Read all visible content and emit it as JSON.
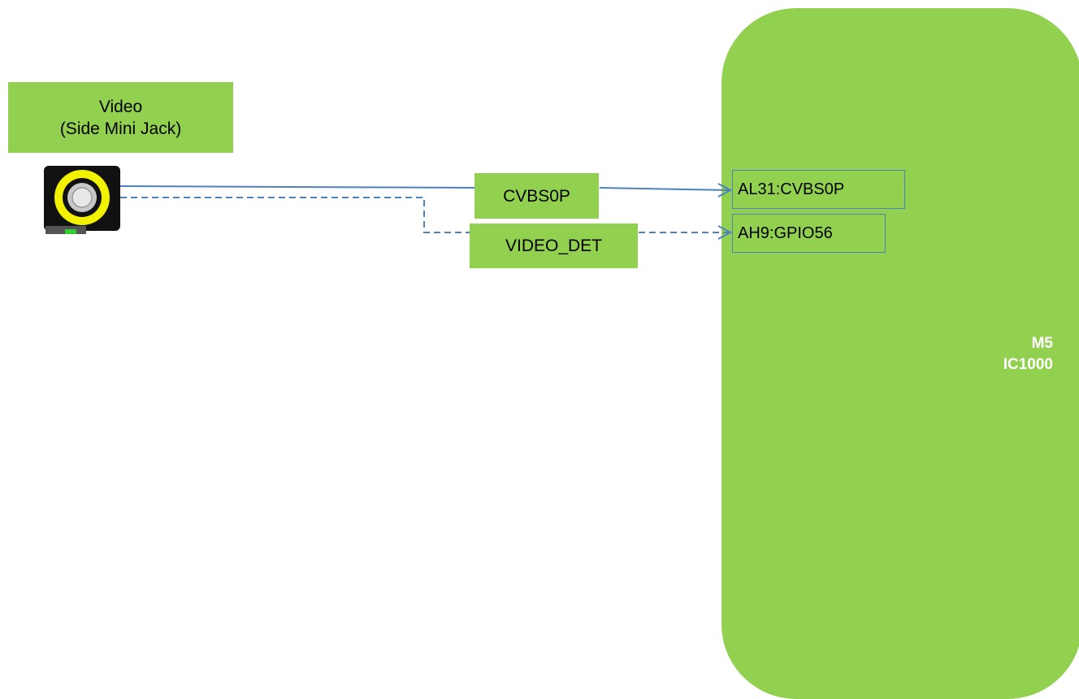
{
  "device": {
    "line1": "Video",
    "line2": "(Side Mini Jack)",
    "icon": "rca-jack-icon"
  },
  "nets": {
    "cvbs": "CVBS0P",
    "det": "VIDEO_DET"
  },
  "pins": {
    "cvbs": "AL31:CVBS0P",
    "det": "AH9:GPIO56"
  },
  "chip": {
    "line1": "M5",
    "line2": "IC1000"
  },
  "colors": {
    "fill": "#92d050",
    "wire": "#4f81bd",
    "jack_ring": "#f2f200",
    "jack_body": "#111111"
  }
}
